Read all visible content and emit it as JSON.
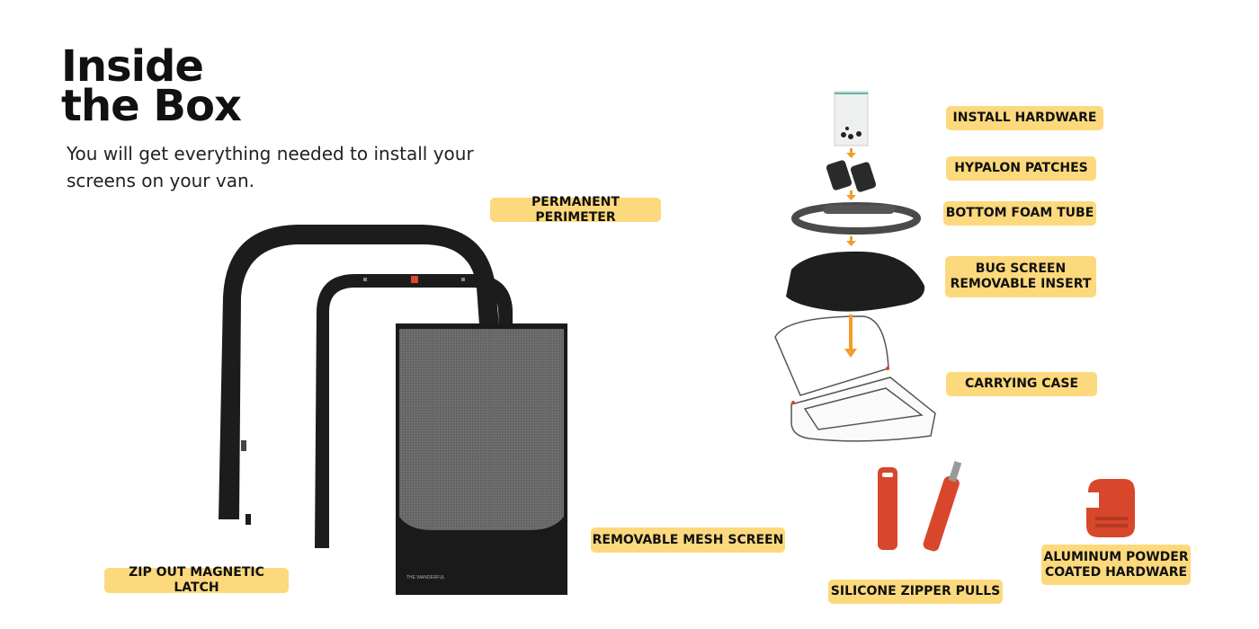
{
  "header": {
    "title_line1": "Inside",
    "title_line2": "the Box",
    "subtitle": "You will get everything needed to install your screens on your van."
  },
  "labels": {
    "permanent_perimeter": "PERMANENT PERIMETER",
    "zip_out_magnetic_latch": "ZIP OUT MAGNETIC LATCH",
    "removable_mesh_screen": "REMOVABLE MESH SCREEN",
    "install_hardware": "INSTALL HARDWARE",
    "hypalon_patches": "HYPALON PATCHES",
    "bottom_foam_tube": "BOTTOM FOAM TUBE",
    "bug_screen_line1": "BUG SCREEN",
    "bug_screen_line2": "REMOVABLE INSERT",
    "carrying_case": "CARRYING CASE",
    "silicone_zipper_pulls": "SILICONE ZIPPER PULLS",
    "aluminum_line1": "ALUMINUM POWDER",
    "aluminum_line2": "COATED HARDWARE"
  },
  "brand_mark": "THE WANDERFUL",
  "colors": {
    "label_bg": "#fcd97c",
    "arrow": "#f39c2c",
    "accessory_red": "#d8472b",
    "frame": "#1c1c1c"
  }
}
